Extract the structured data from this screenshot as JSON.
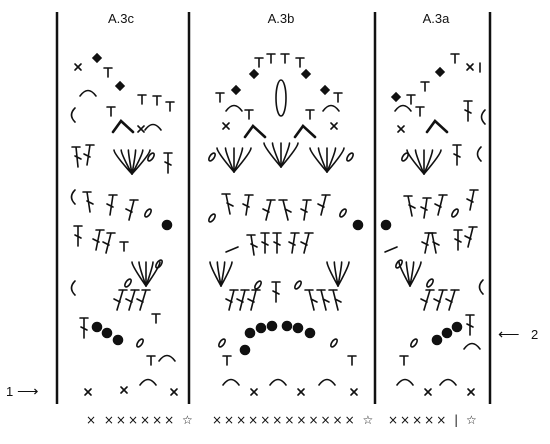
{
  "sections": [
    {
      "id": "a3c",
      "title": "A.3c"
    },
    {
      "id": "a3b",
      "title": "A.3b"
    },
    {
      "id": "a3a",
      "title": "A.3a"
    }
  ],
  "row_markers": [
    {
      "id": "row-1",
      "label": "1",
      "arrow": "⟶"
    },
    {
      "id": "row-2",
      "label": "2",
      "arrow": "⟵"
    }
  ],
  "bottom_rows": {
    "a3c": "× ×××××× ☆",
    "a3b": "×××××××××××× ☆",
    "a3a": "××××× | ☆"
  },
  "colors": {
    "ink": "#111111",
    "background": "#ffffff"
  }
}
